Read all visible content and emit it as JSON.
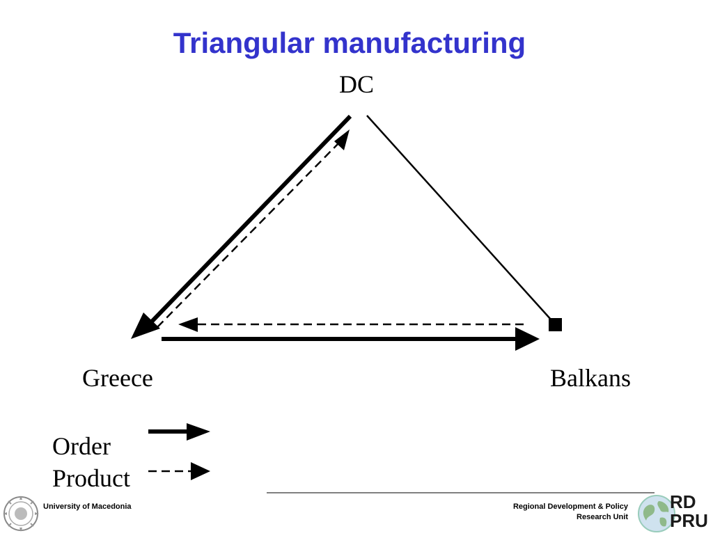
{
  "slide": {
    "title": "Triangular manufacturing"
  },
  "diagram": {
    "nodes": {
      "top": "DC",
      "bottom_left": "Greece",
      "bottom_right": "Balkans"
    },
    "legend": {
      "order_label": "Order",
      "product_label": "Product"
    },
    "flows": [
      {
        "from": "DC",
        "to": "Greece",
        "kind": "Order"
      },
      {
        "from": "Greece",
        "to": "DC",
        "kind": "Product"
      },
      {
        "from": "Greece",
        "to": "Balkans",
        "kind": "Order"
      },
      {
        "from": "Balkans",
        "to": "Greece",
        "kind": "Product"
      }
    ]
  },
  "footer": {
    "left": "University of Macedonia",
    "right_line1": "Regional Development & Policy",
    "right_line2": "Research Unit",
    "logo_line1": "RD",
    "logo_line2": "PRU"
  },
  "colors": {
    "title": "#3333cc",
    "lines": "#000000"
  }
}
